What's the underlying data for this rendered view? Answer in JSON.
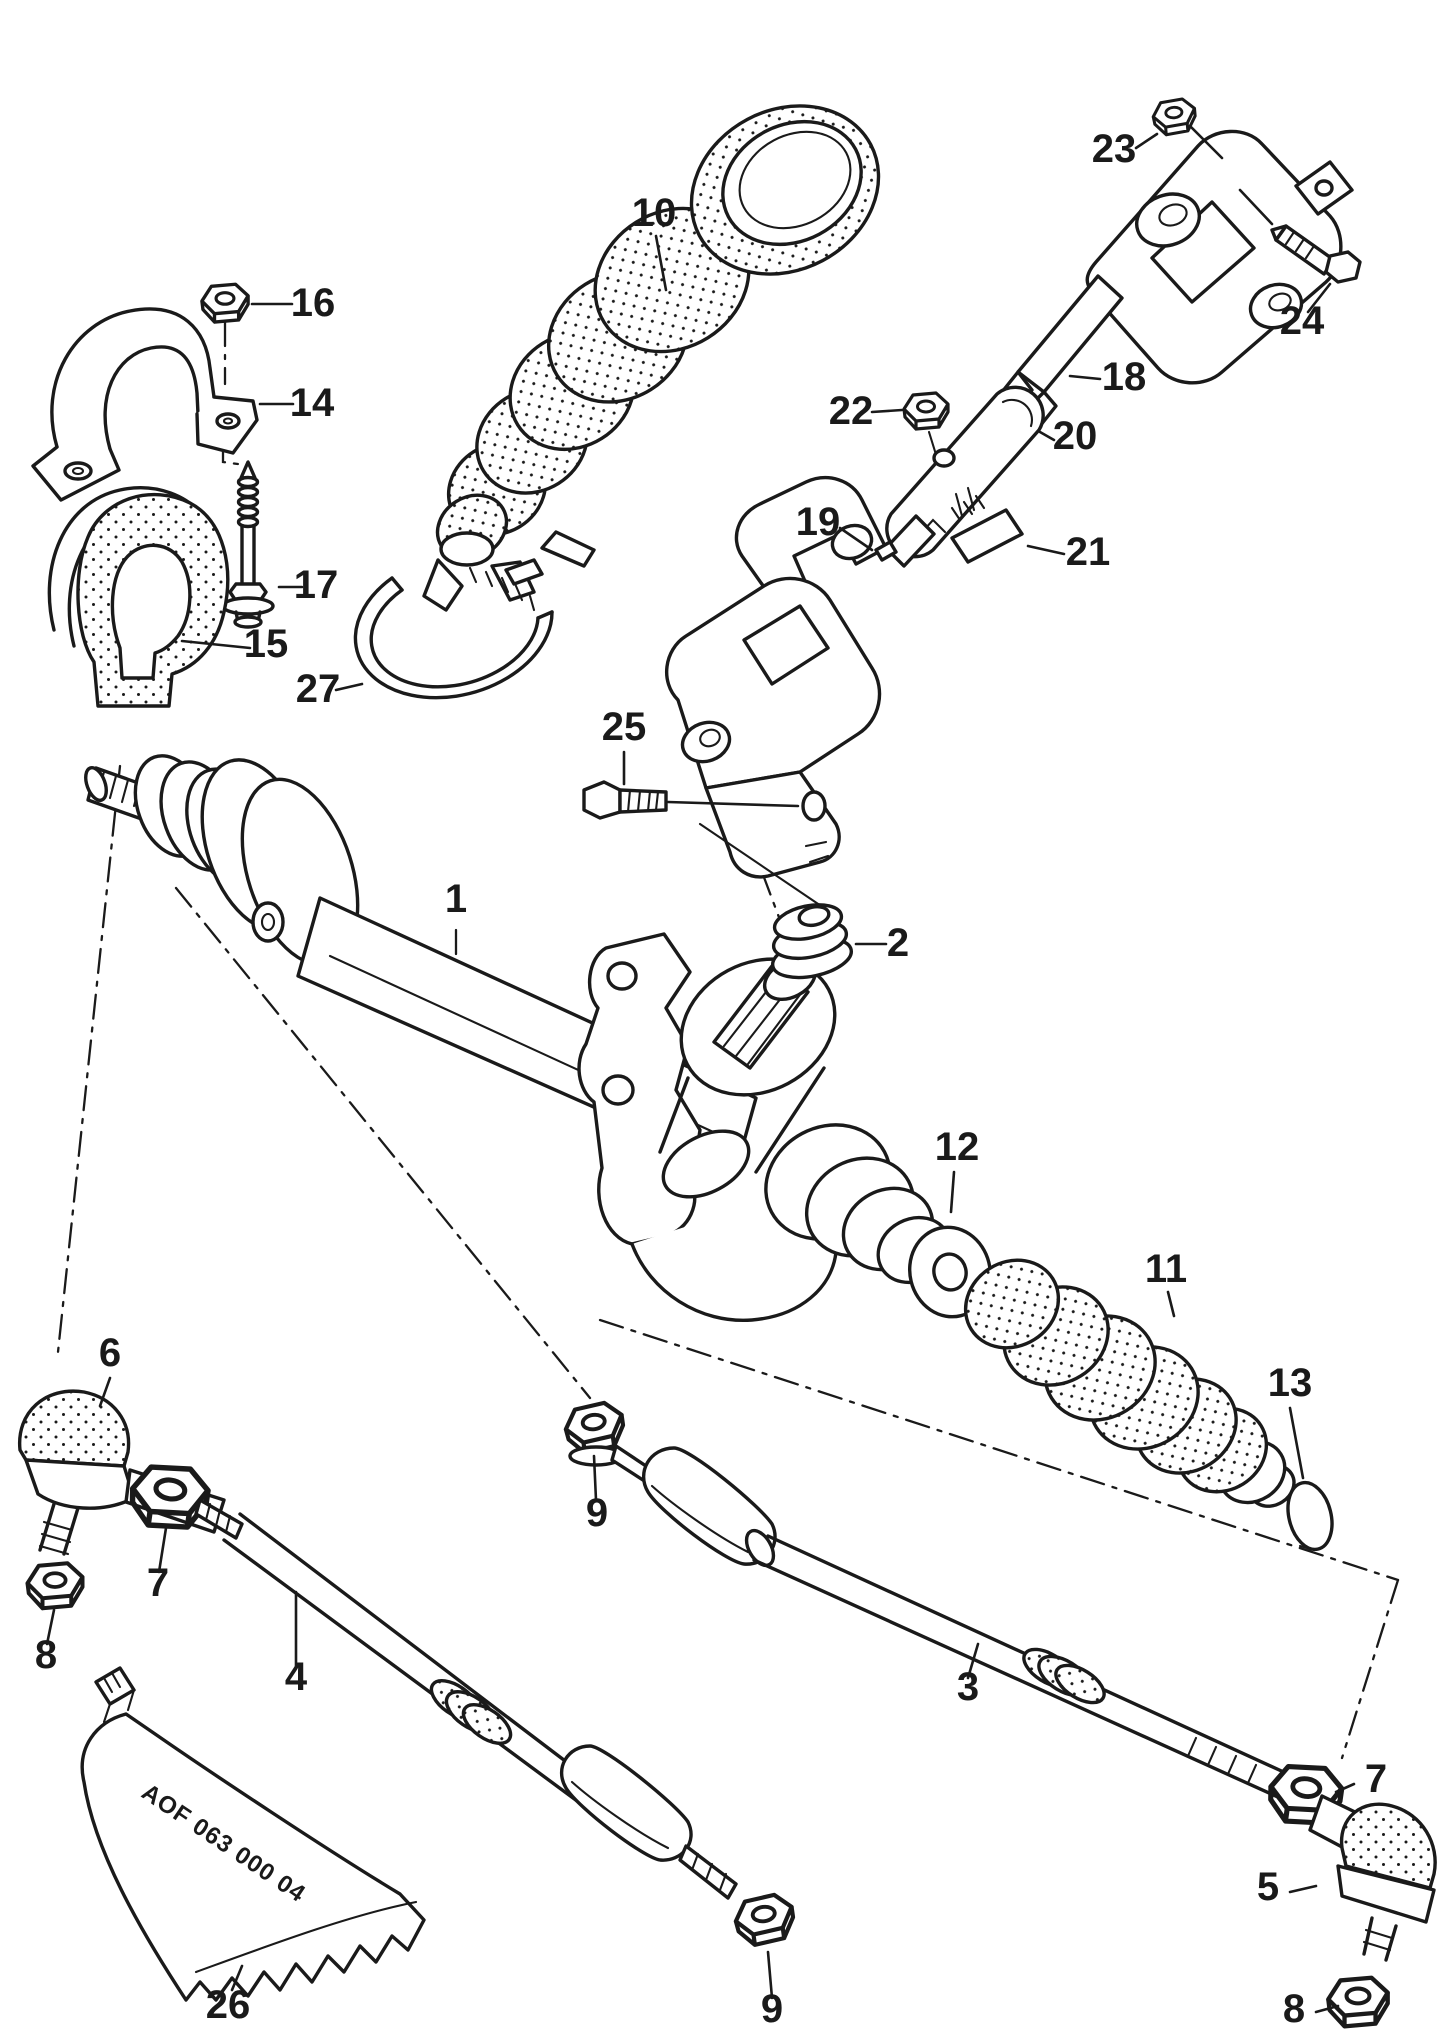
{
  "diagram": {
    "background": "#ffffff",
    "ink": "#1a1a1a",
    "tube_label": "AOF 063 000 04",
    "callouts": [
      {
        "label": "16"
      },
      {
        "label": "14"
      },
      {
        "label": "17"
      },
      {
        "label": "15"
      },
      {
        "label": "27"
      },
      {
        "label": "10"
      },
      {
        "label": "23"
      },
      {
        "label": "24"
      },
      {
        "label": "18"
      },
      {
        "label": "22"
      },
      {
        "label": "20"
      },
      {
        "label": "19"
      },
      {
        "label": "21"
      },
      {
        "label": "25"
      },
      {
        "label": "1"
      },
      {
        "label": "2"
      },
      {
        "label": "12"
      },
      {
        "label": "11"
      },
      {
        "label": "13"
      },
      {
        "label": "9"
      },
      {
        "label": "6"
      },
      {
        "label": "7"
      },
      {
        "label": "8"
      },
      {
        "label": "4"
      },
      {
        "label": "3"
      },
      {
        "label": "7"
      },
      {
        "label": "5"
      },
      {
        "label": "8"
      },
      {
        "label": "9"
      },
      {
        "label": "26"
      }
    ]
  }
}
